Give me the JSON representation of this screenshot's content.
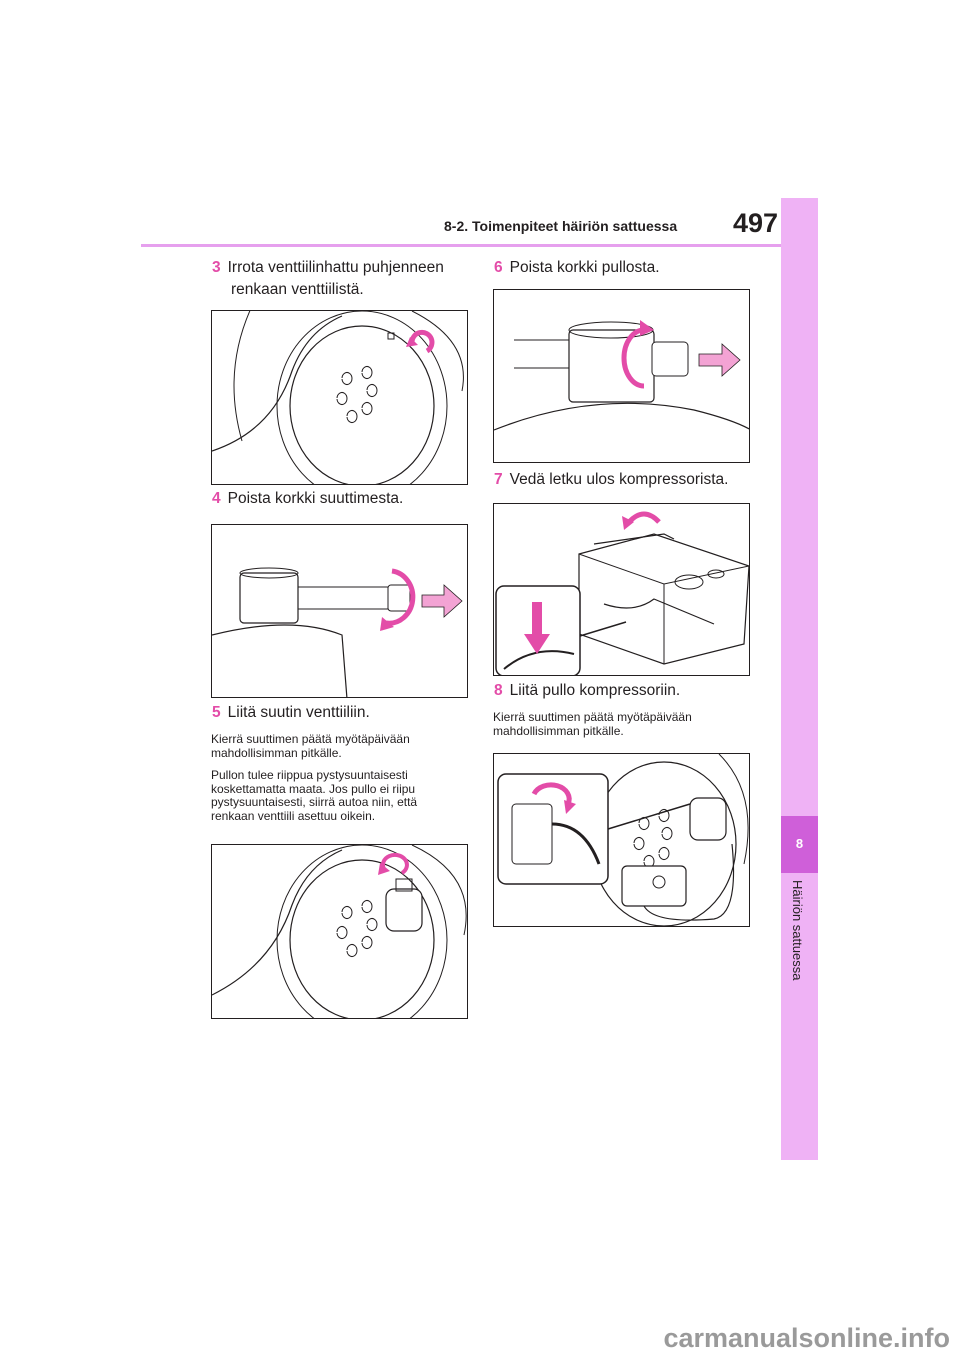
{
  "header": {
    "section": "8-2. Toimenpiteet häiriön sattuessa",
    "page_number": "497"
  },
  "side_tab": {
    "chapter_number": "8",
    "label": "Häiriön sattuessa"
  },
  "steps": [
    {
      "num": "3",
      "text_line1": "Irrota venttiilinhattu puhjenneen",
      "text_line2": "renkaan venttiilistä."
    },
    {
      "num": "4",
      "text": "Poista korkki suuttimesta."
    },
    {
      "num": "5",
      "text": "Liitä suutin venttiiliin.",
      "note1_line1": "Kierrä suuttimen päätä myötäpäivään",
      "note1_line2": "mahdollisimman pitkälle.",
      "note2_line1": "Pullon tulee riippua pystysuuntaisesti",
      "note2_line2": "koskettamatta maata. Jos pullo ei riipu",
      "note2_line3": "pystysuuntaisesti, siirrä autoa niin, että",
      "note2_line4": "renkaan venttiili asettuu oikein."
    },
    {
      "num": "6",
      "text": "Poista korkki pullosta."
    },
    {
      "num": "7",
      "text": "Vedä letku ulos kompressorista."
    },
    {
      "num": "8",
      "text": "Liitä pullo kompressoriin.",
      "note1_line1": "Kierrä suuttimen päätä myötäpäivään",
      "note1_line2": "mahdollisimman pitkälle."
    }
  ],
  "colors": {
    "accent_pink": "#e34ca8",
    "arrow_fill": "#f3a3d4",
    "tab_light": "#efb2f5",
    "tab_dark": "#cf5fd9"
  },
  "watermark": "carmanualsonline.info"
}
